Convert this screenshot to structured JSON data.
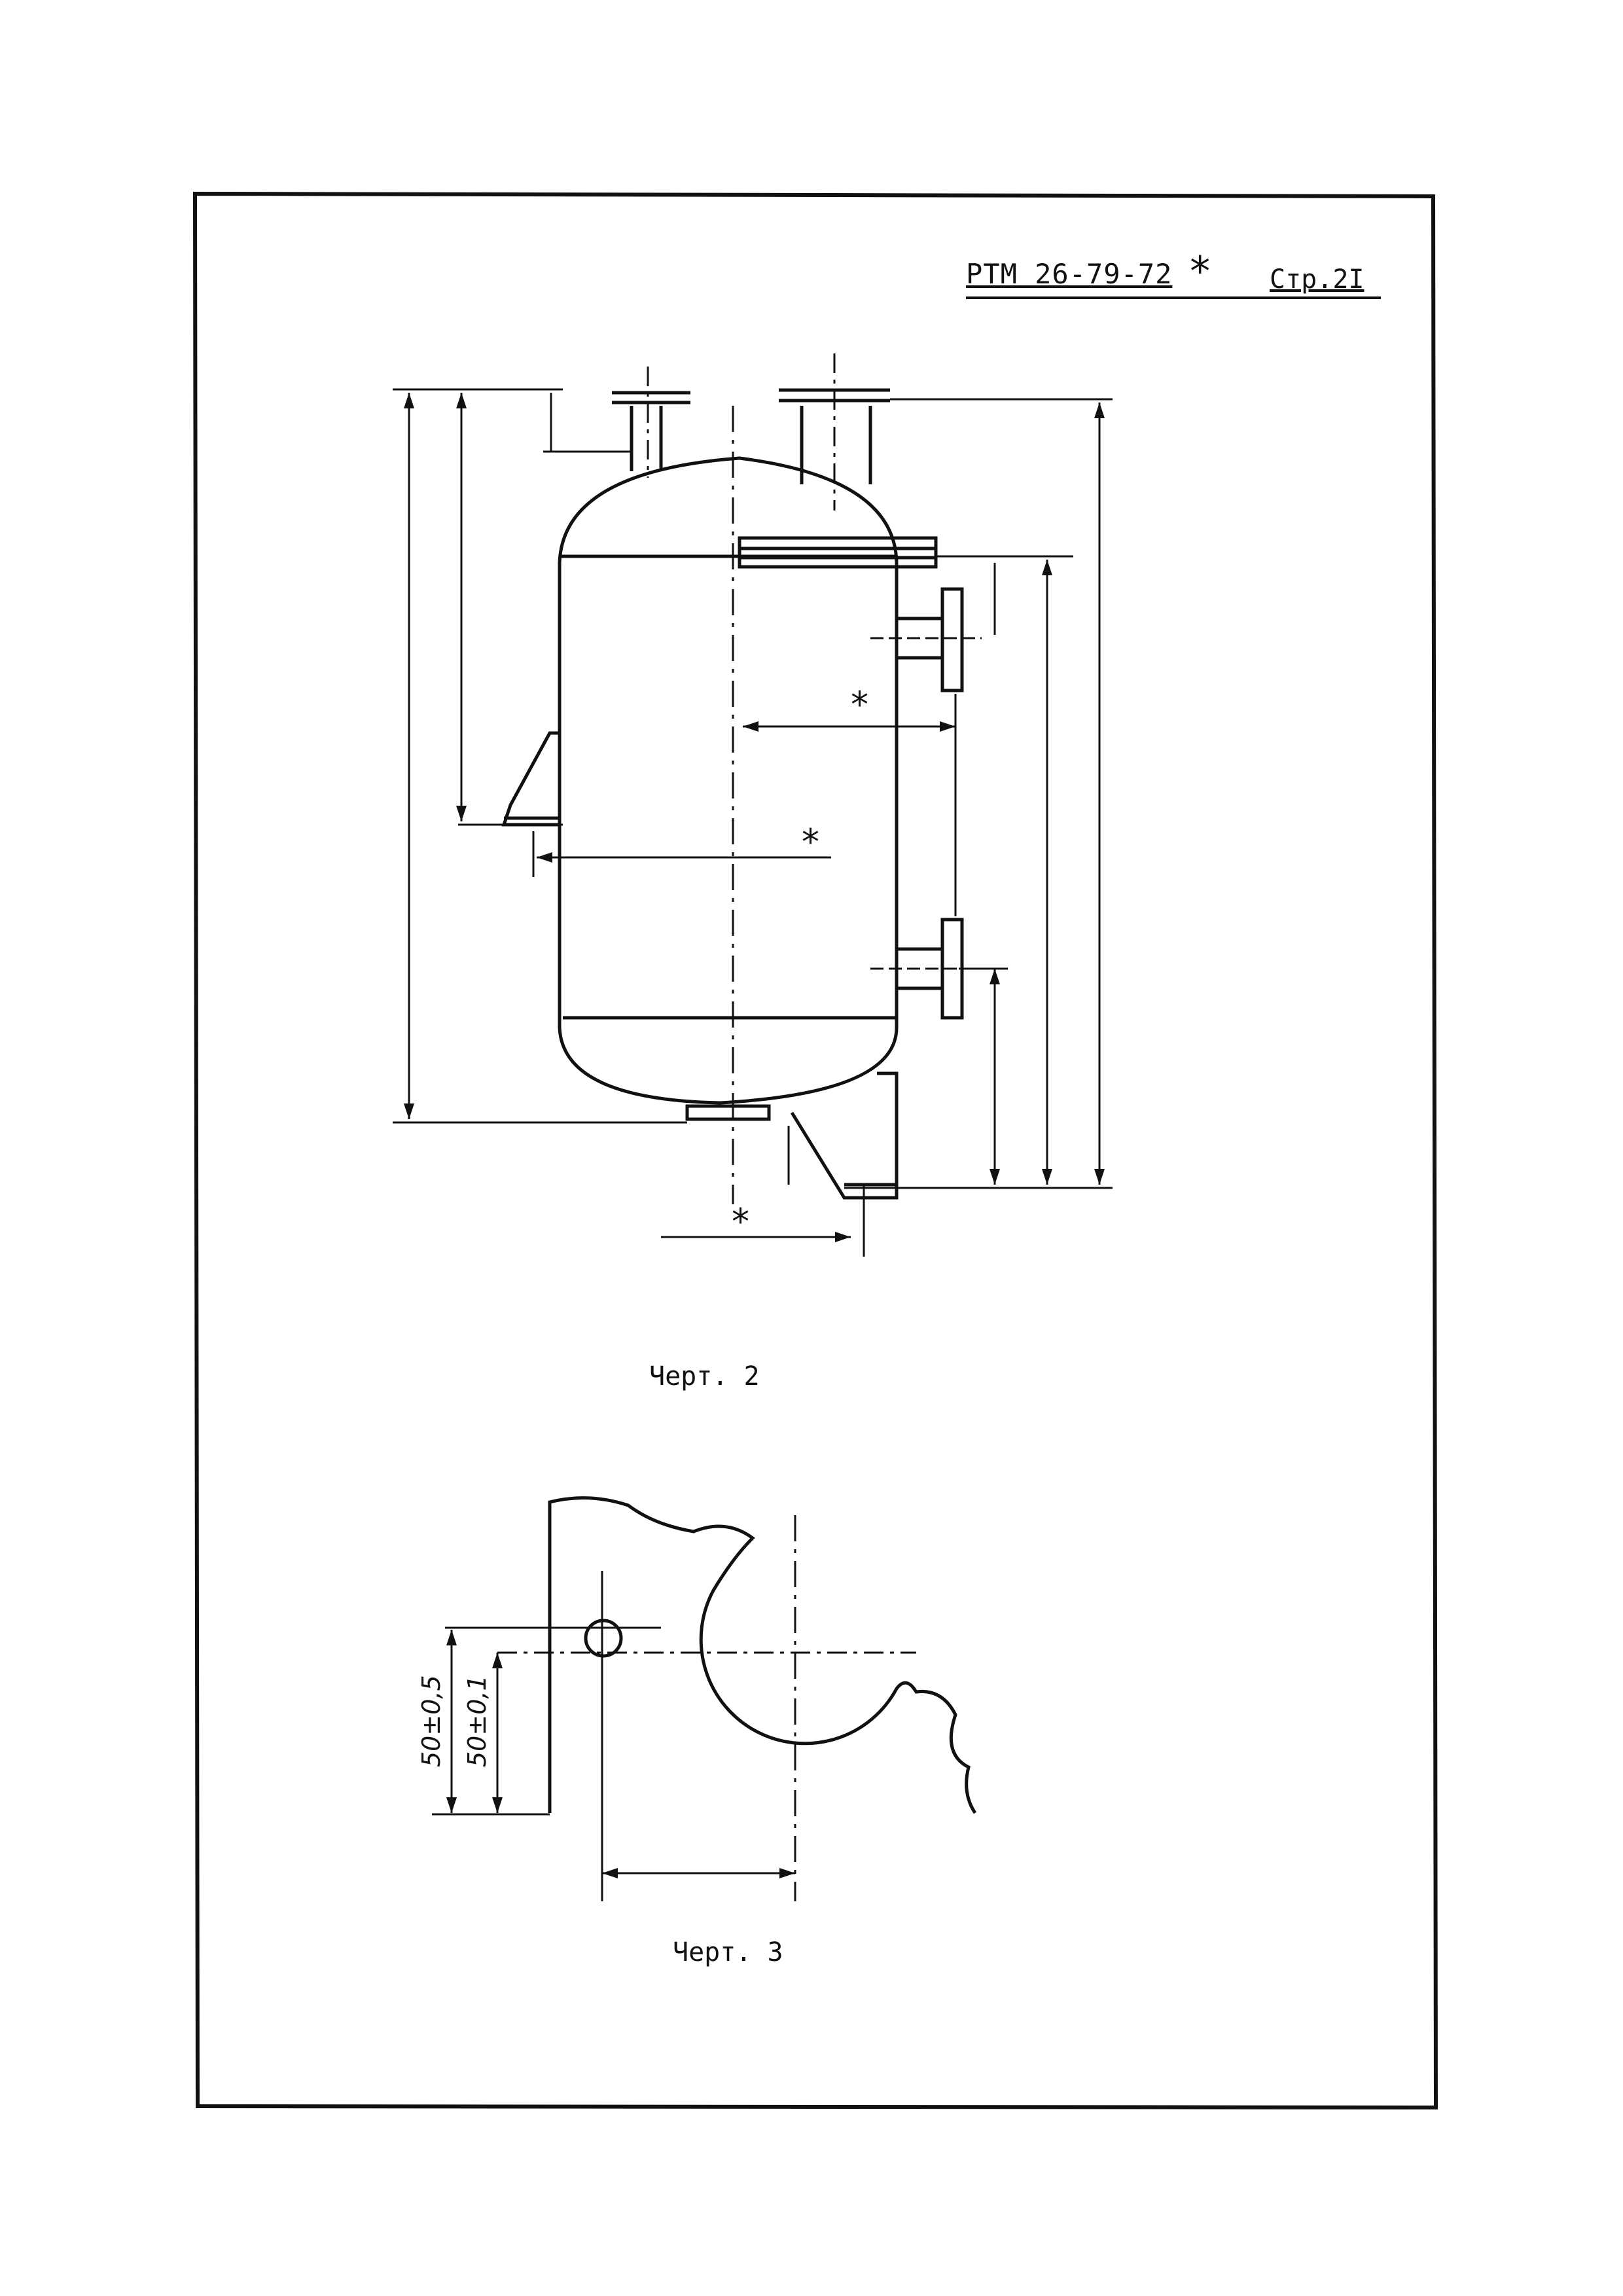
{
  "header": {
    "doc_code": "РТМ 26-79-72",
    "doc_mark": "*",
    "page_label": "Стр.2I"
  },
  "figure2": {
    "caption": "Черт. 2",
    "star_marks": [
      "*",
      "*",
      "*"
    ]
  },
  "figure3": {
    "caption": "Черт. 3",
    "dim_left": "50±0,5",
    "dim_right": "50±0,1"
  }
}
